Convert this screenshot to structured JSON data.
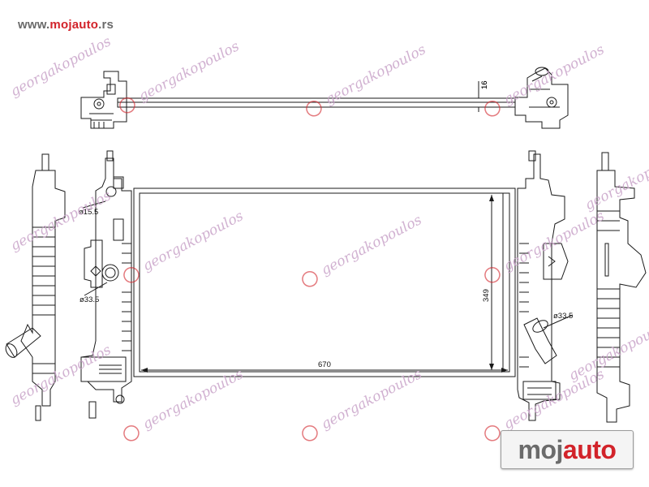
{
  "site_url": {
    "prefix": "www.",
    "brand": "mojauto",
    "suffix": ".rs"
  },
  "dimensions": {
    "width": "670",
    "height": "349",
    "core_thickness": "16",
    "pipe_small": "ø15.5",
    "pipe_left": "ø33.5",
    "pipe_right": "ø33.5"
  },
  "watermark": {
    "text": "georgakopoulos"
  },
  "logo": {
    "part1": "moj",
    "part2": "auto"
  },
  "colors": {
    "brand_red": "#d2232a",
    "logo_grey": "#6b6b6b",
    "watermark": "#c9a4c9",
    "line": "#1a1a1a"
  }
}
